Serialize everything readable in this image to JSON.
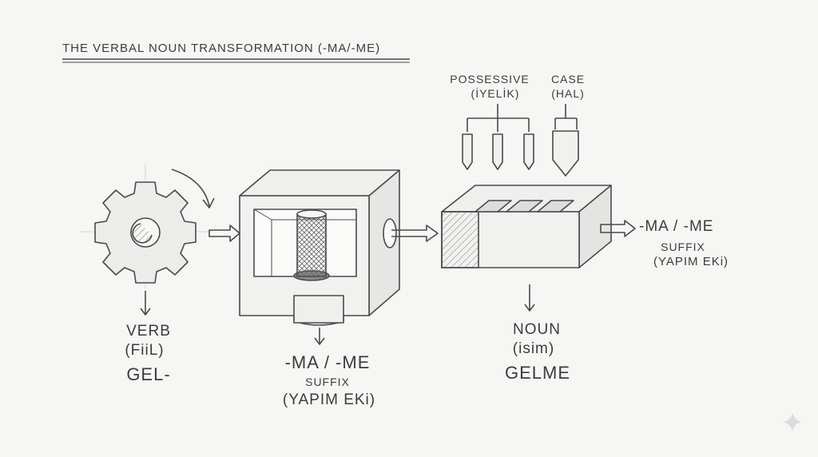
{
  "title": "THE VERBAL NOUN TRANSFORMATION (-MA/-ME)",
  "possessive": {
    "label": "POSSESSIVE",
    "sub": "(İYELİK)"
  },
  "case": {
    "label": "CASE",
    "sub": "(HAL)"
  },
  "verb": {
    "label": "VERB",
    "sub": "(FiiL)",
    "word": "GEL-"
  },
  "machine_suffix": {
    "label": "-MA / -ME",
    "sub1": "SUFFIX",
    "sub2": "(YAPIM EKi)"
  },
  "noun": {
    "label": "NOUN",
    "sub": "(isim)",
    "word": "GELME"
  },
  "output_suffix": {
    "label": "-MA / -ME",
    "sub1": "SUFFIX",
    "sub2": "(YAPIM EKi)"
  },
  "colors": {
    "background": "#f6f6f4",
    "pencil": "#4a4a4a"
  }
}
